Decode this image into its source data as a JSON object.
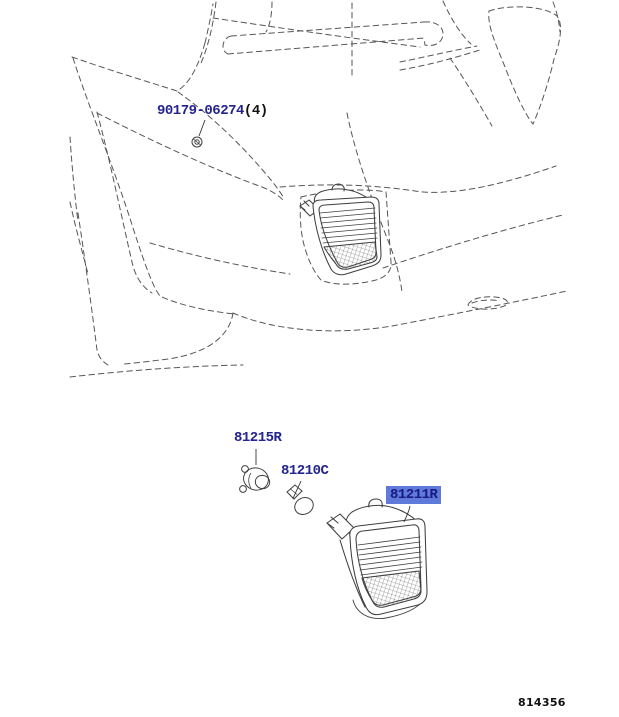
{
  "colors": {
    "label_ink": "#24248e",
    "qty_ink": "#111111",
    "highlight_bg": "#5f7ad8",
    "highlight_ink": "#191985",
    "figure_ink": "#111111",
    "dash_line": "#565656",
    "solid_line": "#3f3f3f"
  },
  "figure": {
    "code": "814356"
  },
  "parts": [
    {
      "number": "90179-06274",
      "qty": "(4)",
      "highlighted": false,
      "target": "screw"
    },
    {
      "number": "81215R",
      "qty": "",
      "highlighted": false,
      "target": "bulb-socket"
    },
    {
      "number": "81210C",
      "qty": "",
      "highlighted": false,
      "target": "bulb"
    },
    {
      "number": "81211R",
      "qty": "",
      "highlighted": true,
      "target": "rear-fog-lamp-assembly"
    }
  ]
}
